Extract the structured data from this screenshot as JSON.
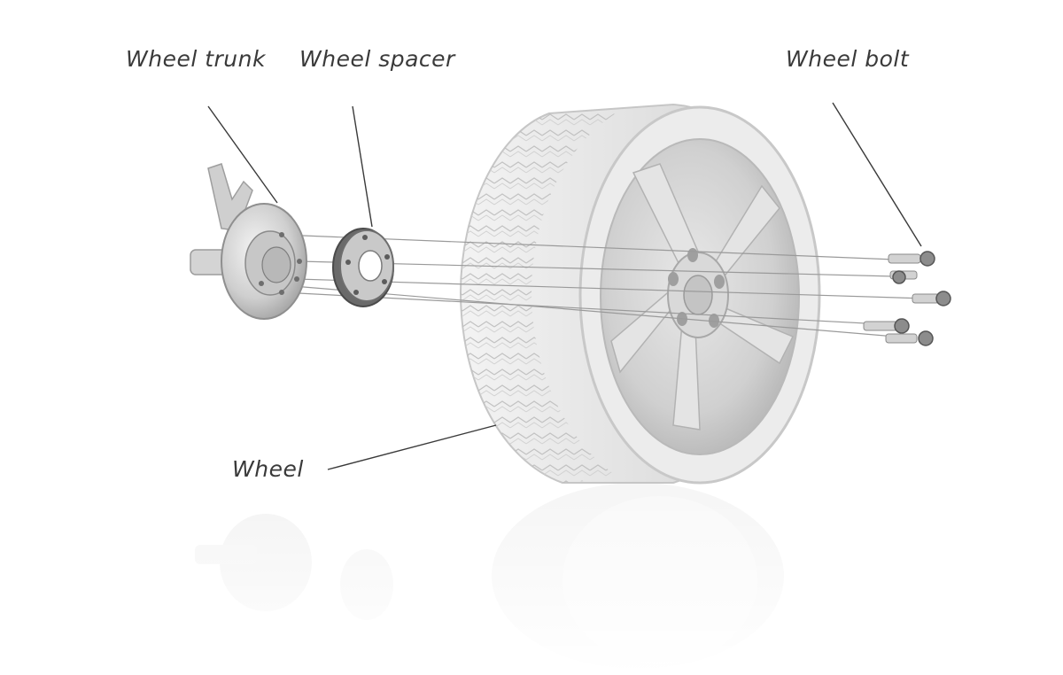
{
  "labels": {
    "wheel_trunk": "Wheel trunk",
    "wheel_spacer": "Wheel spacer",
    "wheel_bolt": "Wheel bolt",
    "wheel": "Wheel"
  }
}
